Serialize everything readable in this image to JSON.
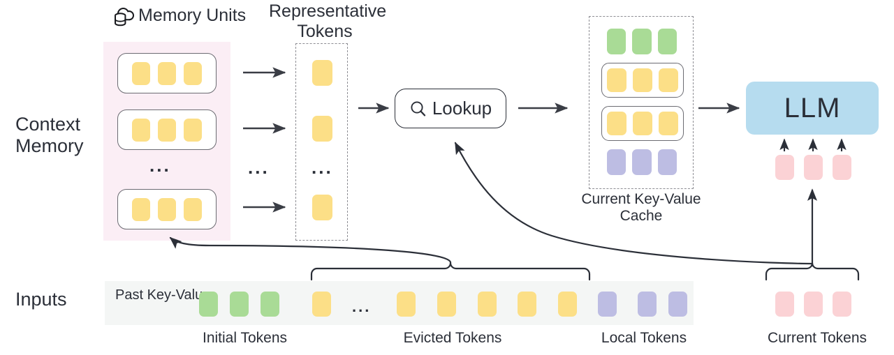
{
  "diagram": {
    "title_icons": {
      "cloud_db": "cloud-database-icon",
      "search": "search-icon"
    },
    "labels": {
      "memory_units": "Memory Units",
      "representative_tokens": "Representative\nTokens",
      "context_memory": "Context\nMemory",
      "inputs": "Inputs",
      "past_key_value": "Past\nKey-Value",
      "lookup": "Lookup",
      "llm": "LLM",
      "current_kv_cache": "Current Key-Value\nCache",
      "initial_tokens": "Initial Tokens",
      "evicted_tokens": "Evicted Tokens",
      "local_tokens": "Local Tokens",
      "current_tokens": "Current Tokens",
      "ellipsis": "..."
    },
    "colors": {
      "token_yellow": "#fcdf87",
      "token_green": "#a9db96",
      "token_purple": "#bdbde3",
      "token_pink": "#fbd2d5",
      "context_panel": "#fbeef5",
      "inputs_strip": "#f4f6f5",
      "llm_box": "#b6dcef",
      "stroke": "#2b2f38",
      "dashed_stroke": "#8d8d93"
    },
    "memory_units": [
      {
        "tokens": [
          "yellow",
          "yellow",
          "yellow"
        ]
      },
      {
        "tokens": [
          "yellow",
          "yellow",
          "yellow"
        ]
      },
      {
        "tokens": [
          "yellow",
          "yellow",
          "yellow"
        ]
      }
    ],
    "representative_tokens": [
      "yellow",
      "yellow",
      "yellow"
    ],
    "kv_cache_rows": [
      {
        "boxed": false,
        "tokens": [
          "green",
          "green",
          "green"
        ]
      },
      {
        "boxed": true,
        "tokens": [
          "yellow",
          "yellow",
          "yellow"
        ]
      },
      {
        "boxed": true,
        "tokens": [
          "yellow",
          "yellow",
          "yellow"
        ]
      },
      {
        "boxed": false,
        "tokens": [
          "purple",
          "purple",
          "purple"
        ]
      }
    ],
    "llm_input_tokens": [
      "pink",
      "pink",
      "pink"
    ],
    "input_sequence": {
      "initial": [
        "green",
        "green",
        "green"
      ],
      "evicted_left": [
        "yellow"
      ],
      "evicted_right": [
        "yellow",
        "yellow",
        "yellow",
        "yellow",
        "yellow"
      ],
      "local": [
        "purple",
        "purple",
        "purple"
      ],
      "current": [
        "pink",
        "pink",
        "pink"
      ]
    }
  }
}
